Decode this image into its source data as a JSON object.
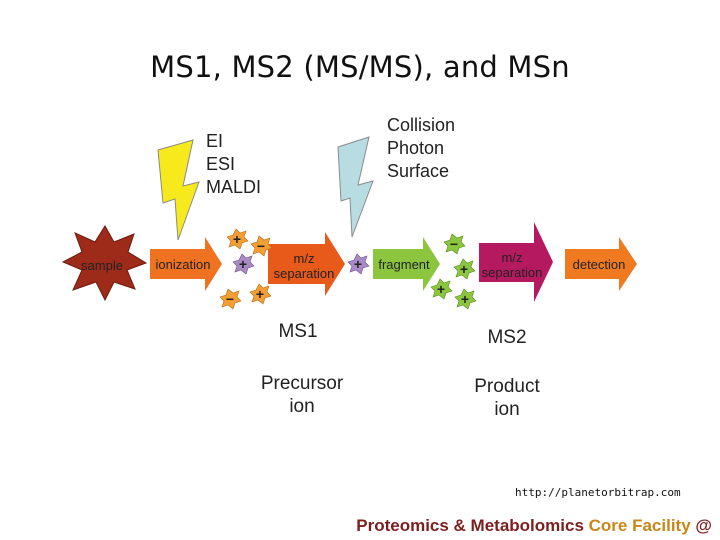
{
  "title": "MS1, MS2 (MS/MS), and MSn",
  "ionization_methods": [
    "EI",
    "ESI",
    "MALDI"
  ],
  "fragmentation_methods": [
    "Collision",
    "Photon",
    "Surface"
  ],
  "flow": {
    "sample": "sample",
    "ionization": "ionization",
    "separation1": [
      "m/z",
      "separation"
    ],
    "fragment": "fragment",
    "separation2": [
      "m/z",
      "separation"
    ],
    "detection": "detection"
  },
  "stages": {
    "ms1": "MS1",
    "ms1_ion": [
      "Precursor",
      "ion"
    ],
    "ms2": "MS2",
    "ms2_ion": [
      "Product",
      "ion"
    ]
  },
  "ion_symbols": {
    "plus": "+",
    "minus": "−"
  },
  "source_text": "http://planetorbitrap.com",
  "footer": {
    "part1": "Proteomics & Metabolomics",
    "part2": "Core Facility",
    "part3": "@"
  },
  "colors": {
    "sample": "#9e2b1a",
    "ionization_arrow": "#ef7220",
    "separation_arrow": "#e85a1a",
    "fragment_arrow": "#8cc63f",
    "separation2_arrow": "#b5195f",
    "detection_arrow": "#ef7a20",
    "lightning_yellow": "#f6ea1c",
    "lightning_blue": "#b7dde3",
    "ion_orange": "#f39f35",
    "ion_purple": "#a98ac5",
    "ion_green": "#8cc63f"
  }
}
